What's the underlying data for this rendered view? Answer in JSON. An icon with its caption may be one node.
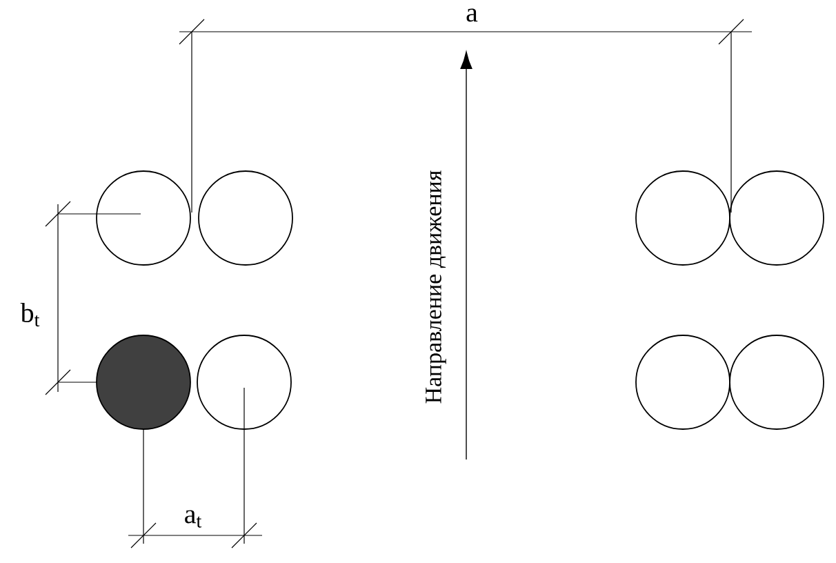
{
  "diagram": {
    "labels": [
      "a",
      "b$_{t}$",
      "a$_{t}$",
      "Направление движения"
    ]
  }
}
